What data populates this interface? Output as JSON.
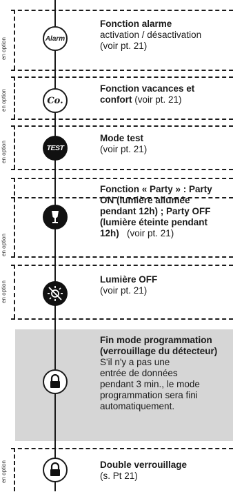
{
  "option_label": "en option",
  "sections": [
    {
      "icon": "alarm-icon",
      "icon_text": "Alarm",
      "title": "Fonction alarme",
      "body": "activation / désactivation",
      "ref": "(voir pt. 21)"
    },
    {
      "icon": "co-icon",
      "icon_text": "Co.",
      "title": "Fonction vacances et",
      "title2": "confort",
      "ref_inline": "(voir pt. 21)"
    },
    {
      "icon": "test-icon",
      "icon_text": "TEST",
      "title": "Mode test",
      "ref": "(voir pt. 21)"
    },
    {
      "icon": "glass-icon",
      "title_lines": [
        "Fonction « Party » : Party",
        "ON (lumière allumée",
        "pendant 12h) ; Party OFF",
        "(lumière éteinte pendant"
      ],
      "title_last": "12h)",
      "ref_inline": "(voir pt. 21)"
    },
    {
      "icon": "light-off-icon",
      "title": "Lumière OFF",
      "ref": "(voir pt. 21)"
    },
    {
      "icon": "lock-icon",
      "title_lines": [
        "Fin mode programmation",
        "(verrouillage du détecteur)"
      ],
      "body_lines": [
        "S'il n'y a pas une",
        "entrée de données",
        "pendant 3 min., le mode",
        "programmation sera fini",
        "automatiquement."
      ]
    },
    {
      "icon": "lock-icon",
      "title": "Double verrouillage",
      "ref": "(s. Pt 21)"
    }
  ]
}
